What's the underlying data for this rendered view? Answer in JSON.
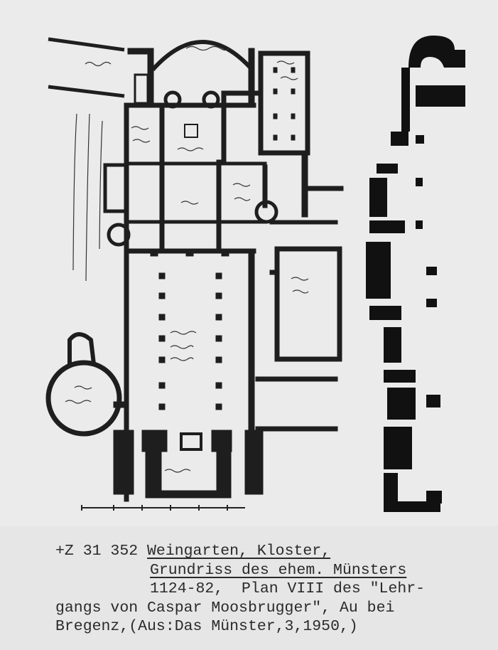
{
  "card": {
    "catalog_number": "+Z 31 352",
    "title_line1": "Weingarten, Kloster,",
    "title_line2": "Grundriss des ehem. Münsters",
    "desc_line3": "1124-82,  Plan VIII des \"Lehr-",
    "desc_line4": "gangs von Caspar Moosbrugger\", Au bei",
    "desc_line5": "Bregenz,(Aus:Das Münster,3,1950,)"
  },
  "colors": {
    "ink": "#1e1e1e",
    "paper": "#ececec",
    "card": "#e4e4e4"
  }
}
